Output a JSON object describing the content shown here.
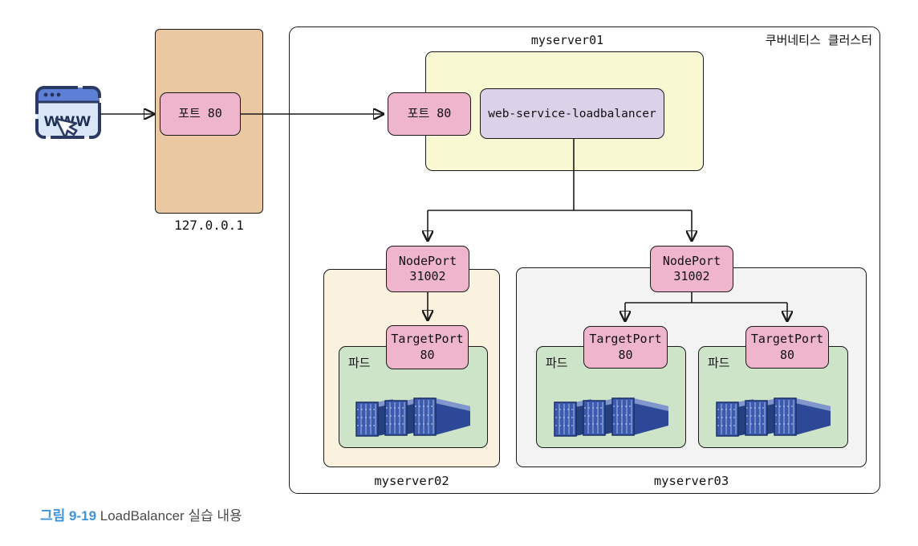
{
  "diagram": {
    "client": {
      "browser_label": "www"
    },
    "external_host": {
      "port_label": "포트 80",
      "ip_label": "127.0.0.1"
    },
    "cluster": {
      "title": "쿠버네티스 클러스터",
      "master_node": {
        "name": "myserver01",
        "port_label": "포트 80",
        "service_name": "web-service-loadbalancer"
      },
      "worker_nodes": [
        {
          "name": "myserver02",
          "nodeport": {
            "label": "NodePort",
            "port": "31002"
          },
          "pods": [
            {
              "label": "파드",
              "targetport": {
                "label": "TargetPort",
                "port": "80"
              }
            }
          ]
        },
        {
          "name": "myserver03",
          "nodeport": {
            "label": "NodePort",
            "port": "31002"
          },
          "pods": [
            {
              "label": "파드",
              "targetport": {
                "label": "TargetPort",
                "port": "80"
              }
            },
            {
              "label": "파드",
              "targetport": {
                "label": "TargetPort",
                "port": "80"
              }
            }
          ]
        }
      ]
    }
  },
  "caption": {
    "figure_label": "그림 9-19",
    "figure_text": "LoadBalancer 실습 내용"
  },
  "icons": {
    "client": "www-browser-icon",
    "client_cursor": "cursor-icon",
    "pod_contents": "shipping-containers-icon"
  },
  "colors": {
    "pink": "#efb5cd",
    "tan": "#e9c8a2",
    "yellow": "#f8f8d3",
    "purple": "#dbd1e8",
    "green": "#cde4c9",
    "cream": "#fbf1df",
    "node_gray": "#f3f3f3",
    "border": "#1a1a1a",
    "caption_blue": "#3f93da",
    "caption_text": "#4a4a4a",
    "browser_header": "#5d80d6",
    "browser_body": "#d9e6f7",
    "browser_outline": "#2a3a63",
    "container_front": "#3d5bae",
    "container_dark": "#24407e",
    "container_light": "#8096cc"
  }
}
